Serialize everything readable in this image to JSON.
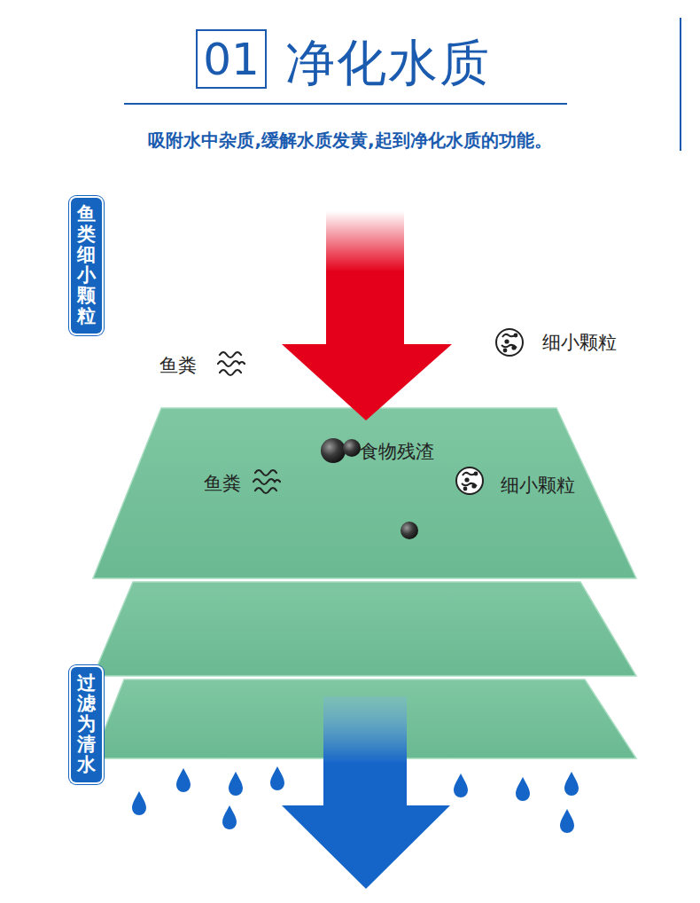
{
  "diagram": {
    "title": "净化水质",
    "nodes": [
      {
        "text": [
          "01"
        ]
      },
      {
        "text": [
          "鱼类细小颗粒"
        ]
      },
      {
        "text": [
          "过滤为清水"
        ]
      }
    ],
    "labels": [
      "吸附水中杂质,缓解水质发黄,起到净化水质的功能。",
      "鱼粪",
      "细小颗粒",
      "食物残渣",
      "鱼粪",
      "细小颗粒"
    ]
  }
}
